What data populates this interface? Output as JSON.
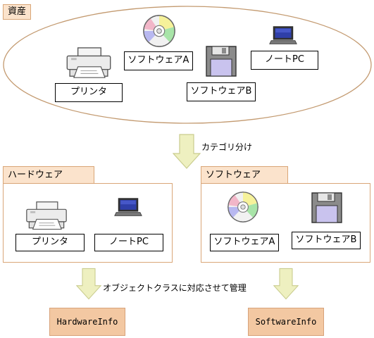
{
  "assets": {
    "tag": "資産",
    "items": {
      "printer": "プリンタ",
      "software_a": "ソフトウェアA",
      "software_b": "ソフトウェアB",
      "notebook_pc": "ノートPC"
    }
  },
  "categorize_note": "カテゴリ分け",
  "hardware": {
    "tag": "ハードウェア",
    "items": {
      "printer": "プリンタ",
      "notebook_pc": "ノートPC"
    }
  },
  "software": {
    "tag": "ソフトウェア",
    "items": {
      "software_a": "ソフトウェアA",
      "software_b": "ソフトウェアB"
    }
  },
  "object_class_note": "オブジェクトクラスに対応させて管理",
  "classes": {
    "hardware_info": "HardwareInfo",
    "software_info": "SoftwareInfo"
  },
  "colors": {
    "tag_fill": "#fbe3cc",
    "class_fill": "#f3c8a2",
    "arrow_fill": "#eef0c0",
    "panel_border": "#d9a678"
  },
  "icons": [
    "printer-icon",
    "cd-icon",
    "floppy-disk-icon",
    "laptop-icon",
    "down-arrow-icon"
  ]
}
